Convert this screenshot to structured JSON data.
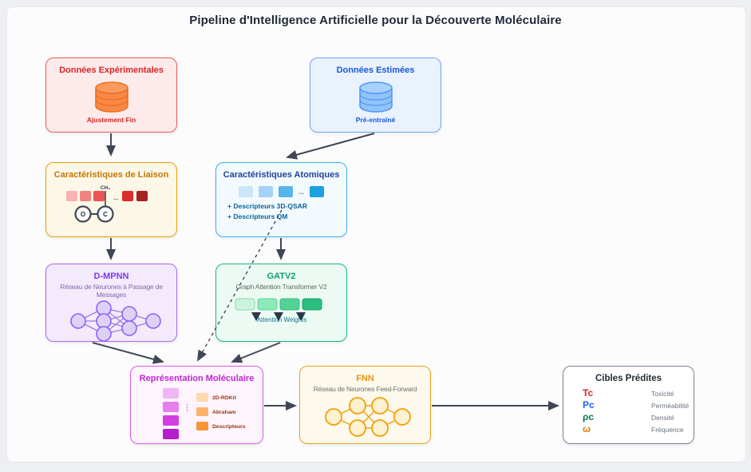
{
  "title": "Pipeline d'Intelligence Artificielle pour la Découverte Moléculaire",
  "colors": {
    "experimental_accent": "#d92626",
    "estimated_accent": "#1a56db",
    "bond_accent": "#c27803",
    "atomic_accent": "#1e429f",
    "dmpnn_accent": "#7c3aed",
    "gatv2_accent": "#0e9f6e",
    "representation_accent": "#c026d3",
    "fnn_accent": "#e8940a",
    "arrow": "#3f4756"
  },
  "nodes": {
    "experimental": {
      "title": "Données Expérimentales",
      "caption": "Ajustement Fin",
      "icon": "database-icon"
    },
    "estimated": {
      "title": "Données Estimées",
      "caption": "Pré-entraîné",
      "icon": "database-icon"
    },
    "bond": {
      "title": "Caractéristiques de Liaison",
      "ch3": "CH₃",
      "dots": "...",
      "atom_o": "O",
      "atom_c": "C"
    },
    "atomic": {
      "title": "Caractéristiques Atomiques",
      "dots": "...",
      "descriptor1": "+ Descripteurs 3D-QSAR",
      "descriptor2": "+ Descripteurs QM"
    },
    "dmpnn": {
      "title": "D-MPNN",
      "subtitle": "Réseau de Neurones à Passage de Messages"
    },
    "gatv2": {
      "title": "GATV2",
      "subtitle": "Graph Attention Transformer V2",
      "weights_label": "Attention Weights"
    },
    "representation": {
      "title": "Représentation Moléculaire",
      "dots": "⋮",
      "labels": [
        "2D-RDKit",
        "Abraham",
        "Descripteurs"
      ]
    },
    "fnn": {
      "title": "FNN",
      "subtitle": "Réseau de Neurones Feed-Forward"
    },
    "targets": {
      "title": "Cibles Prédites",
      "rows": [
        {
          "symbol": "Tc",
          "label": "Toxicité",
          "color": "#e02424"
        },
        {
          "symbol": "Pc",
          "label": "Perméabilité",
          "color": "#1c64f2"
        },
        {
          "symbol": "ρc",
          "label": "Densité",
          "color": "#057a55"
        },
        {
          "symbol": "ω",
          "label": "Fréquence",
          "color": "#d97706"
        }
      ]
    }
  }
}
